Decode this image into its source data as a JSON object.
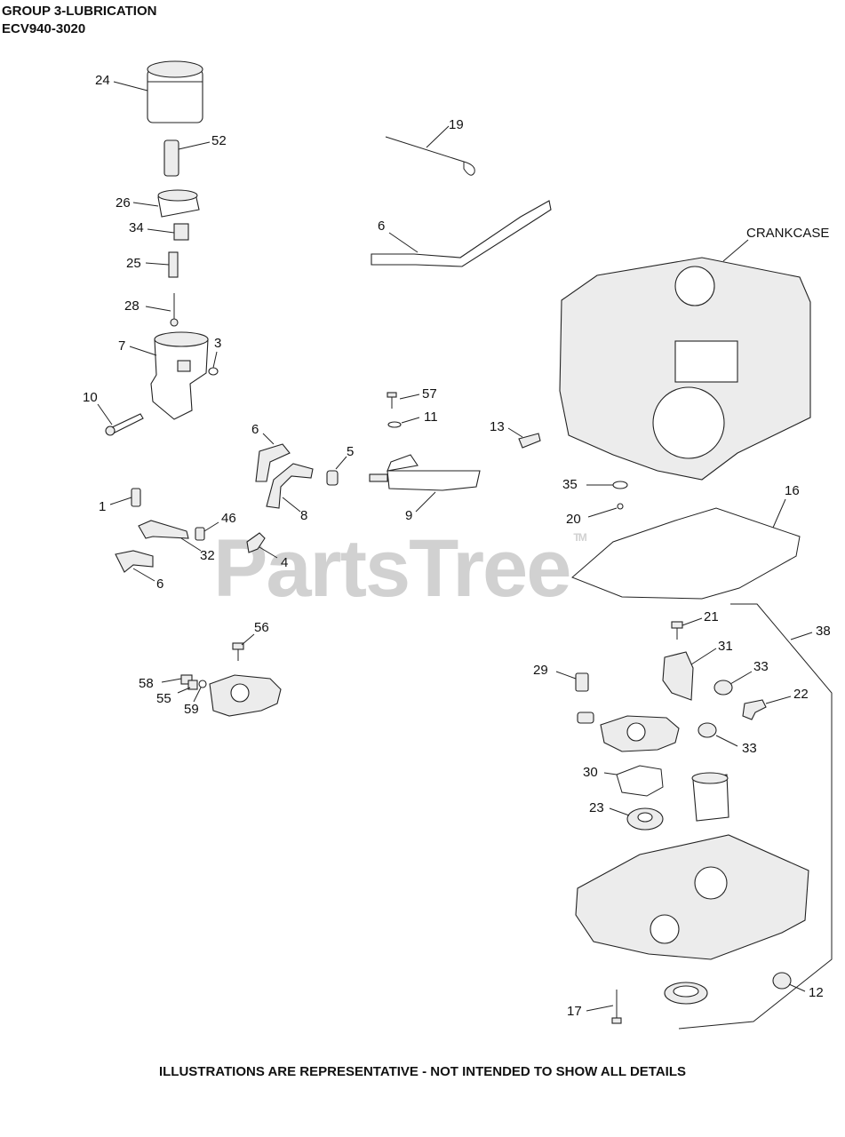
{
  "header": {
    "title": "GROUP 3-LUBRICATION",
    "model": "ECV940-3020"
  },
  "footer": {
    "note": "ILLUSTRATIONS ARE REPRESENTATIVE - NOT INTENDED TO SHOW ALL DETAILS"
  },
  "watermark": {
    "text": "PartsTree",
    "tm": "TM"
  },
  "callouts": {
    "c24": "24",
    "c52": "52",
    "c26": "26",
    "c34": "34",
    "c25": "25",
    "c28": "28",
    "c7": "7",
    "c3": "3",
    "c10": "10",
    "c19": "19",
    "c6a": "6",
    "c6b": "6",
    "c6c": "6",
    "c57": "57",
    "c11": "11",
    "c13": "13",
    "c5": "5",
    "c8": "8",
    "c9": "9",
    "c1": "1",
    "c46": "46",
    "c32": "32",
    "c4": "4",
    "c35": "35",
    "c20": "20",
    "c16": "16",
    "c56": "56",
    "c58": "58",
    "c55": "55",
    "c59": "59",
    "c21": "21",
    "c38": "38",
    "c31": "31",
    "c33a": "33",
    "c29": "29",
    "c22": "22",
    "c33b": "33",
    "c30": "30",
    "c23": "23",
    "c12": "12",
    "c17": "17",
    "crankcase": "CRANKCASE"
  }
}
